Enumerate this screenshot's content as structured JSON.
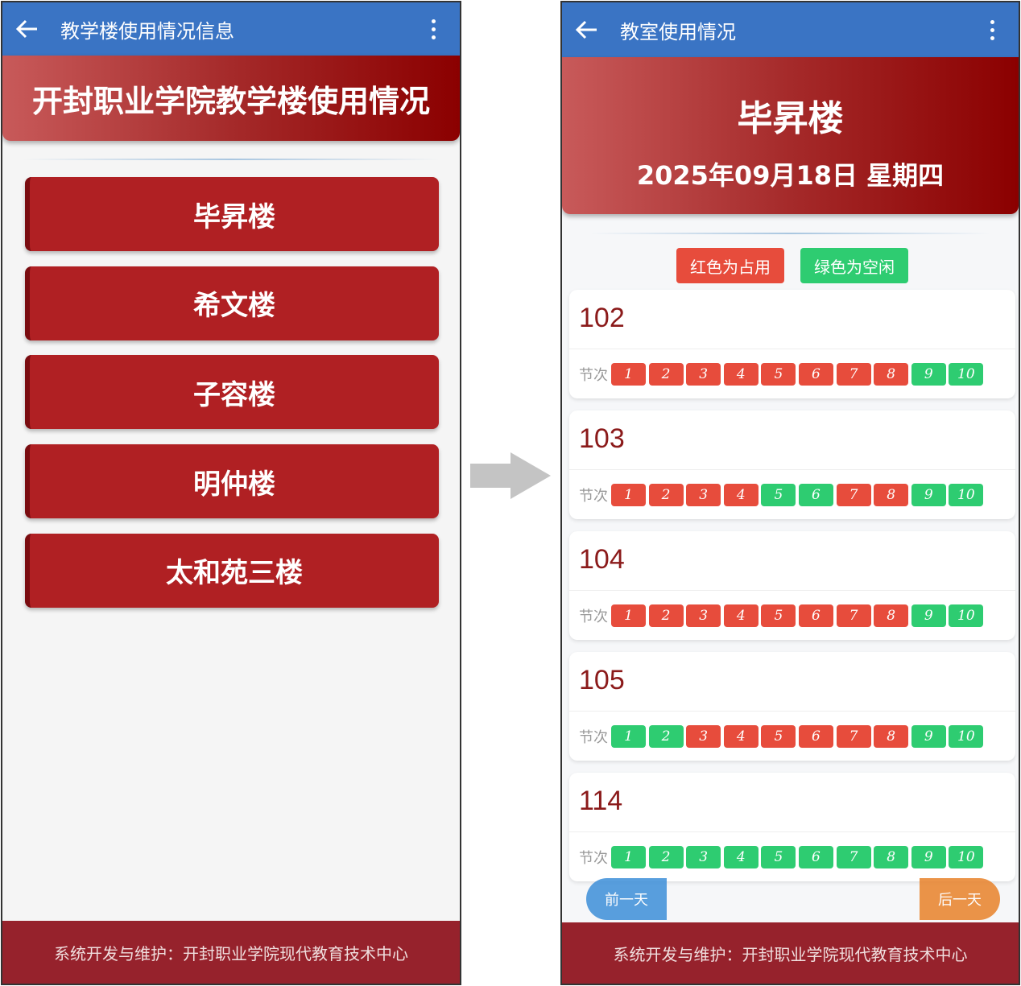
{
  "left": {
    "appbar_title": "教学楼使用情况信息",
    "banner_title": "开封职业学院教学楼使用情况",
    "buildings": [
      "毕昇楼",
      "希文楼",
      "子容楼",
      "明仲楼",
      "太和苑三楼"
    ],
    "footer": "系统开发与维护：开封职业学院现代教育技术中心"
  },
  "right": {
    "appbar_title": "教室使用情况",
    "building": "毕昇楼",
    "date": "2025年09月18日 星期四",
    "legend_occupied": "红色为占用",
    "legend_free": "绿色为空闲",
    "period_label": "节次",
    "rooms": [
      {
        "room": "102",
        "status": [
          "occupied",
          "occupied",
          "occupied",
          "occupied",
          "occupied",
          "occupied",
          "occupied",
          "occupied",
          "free",
          "free"
        ]
      },
      {
        "room": "103",
        "status": [
          "occupied",
          "occupied",
          "occupied",
          "occupied",
          "free",
          "free",
          "occupied",
          "occupied",
          "free",
          "free"
        ]
      },
      {
        "room": "104",
        "status": [
          "occupied",
          "occupied",
          "occupied",
          "occupied",
          "occupied",
          "occupied",
          "occupied",
          "occupied",
          "free",
          "free"
        ]
      },
      {
        "room": "105",
        "status": [
          "free",
          "free",
          "occupied",
          "occupied",
          "occupied",
          "occupied",
          "occupied",
          "occupied",
          "free",
          "free"
        ]
      },
      {
        "room": "114",
        "status": [
          "free",
          "free",
          "free",
          "free",
          "free",
          "free",
          "free",
          "free",
          "free",
          "free"
        ]
      }
    ],
    "periods": [
      "1",
      "2",
      "3",
      "4",
      "5",
      "6",
      "7",
      "8",
      "9",
      "10"
    ],
    "prev_day": "前一天",
    "next_day": "后一天",
    "footer": "系统开发与维护：开封职业学院现代教育技术中心"
  },
  "colors": {
    "occupied": "#e74c3c",
    "free": "#2ecc71",
    "appbar": "#3a74c4",
    "footer": "#96222c"
  }
}
